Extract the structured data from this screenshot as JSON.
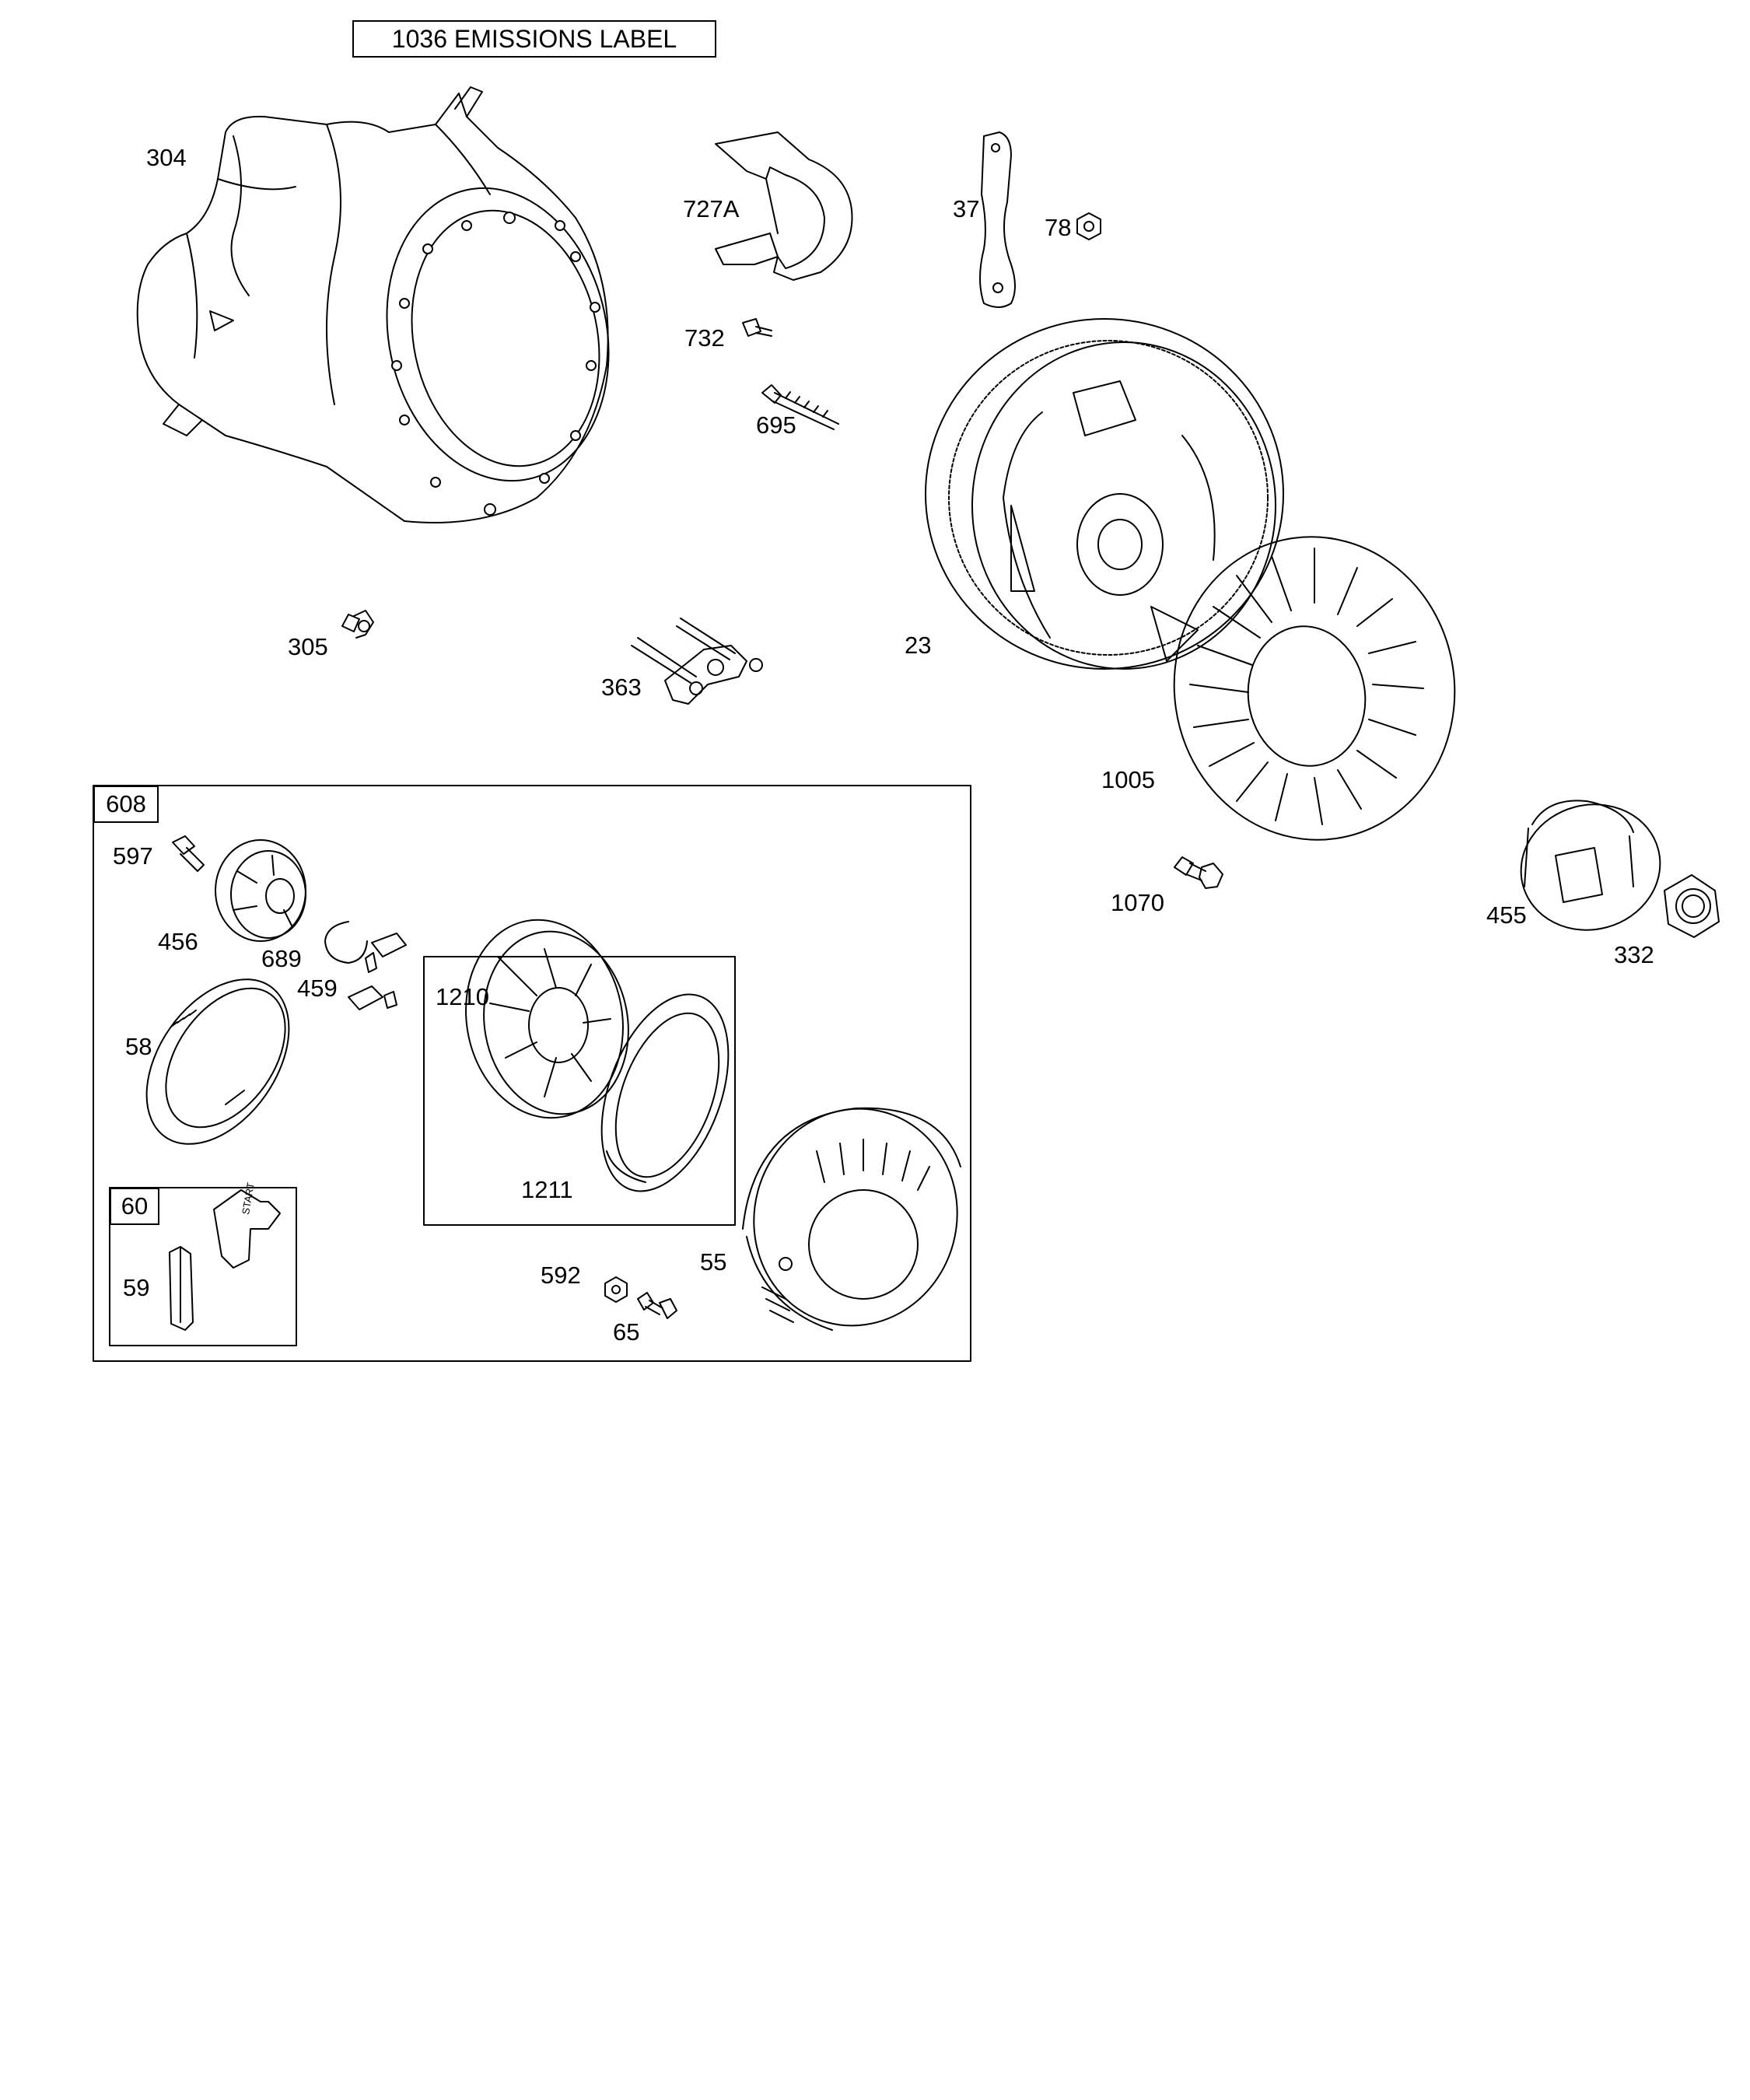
{
  "emissions_label": "1036 EMISSIONS LABEL",
  "groups": {
    "starter_kit": "608",
    "handle_kit": "60"
  },
  "labels": {
    "p304": "304",
    "p727a": "727A",
    "p37": "37",
    "p78": "78",
    "p732": "732",
    "p695": "695",
    "p23": "23",
    "p305": "305",
    "p363": "363",
    "p1005": "1005",
    "p1070": "1070",
    "p455": "455",
    "p332": "332",
    "p597": "597",
    "p456": "456",
    "p689": "689",
    "p459": "459",
    "p58": "58",
    "p1210": "1210",
    "p1211": "1211",
    "p59": "59",
    "p592": "592",
    "p65": "65",
    "p55": "55"
  },
  "handle_text": "START"
}
